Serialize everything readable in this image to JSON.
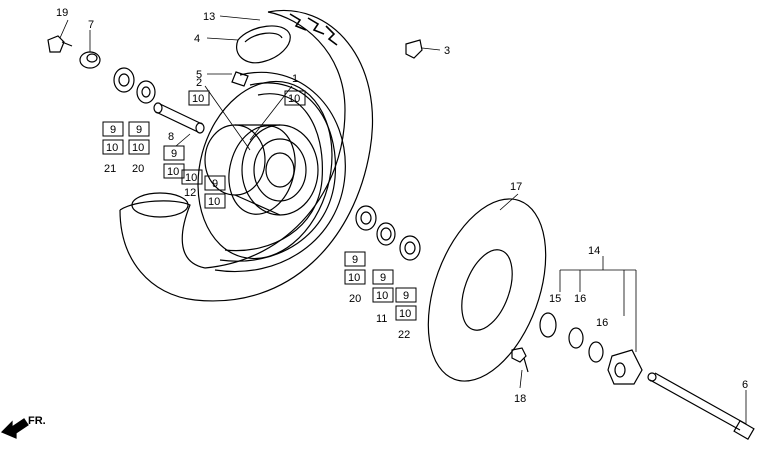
{
  "labels": {
    "n1": "1",
    "n2": "2",
    "n3": "3",
    "n4": "4",
    "n5": "5",
    "n6": "6",
    "n7": "7",
    "n8": "8",
    "n11": "11",
    "n12": "12",
    "n13": "13",
    "n14": "14",
    "n15": "15",
    "n16a": "16",
    "n16b": "16",
    "n17": "17",
    "n18": "18",
    "n19": "19",
    "n20a": "20",
    "n20b": "20",
    "n21": "21",
    "n22": "22"
  },
  "boxed": {
    "b2_10": "10",
    "b1_10": "10",
    "b21_9": "9",
    "b21_10": "10",
    "b20a_9": "9",
    "b20a_10": "10",
    "b8_9": "9",
    "b8_10": "10",
    "b12_10": "10",
    "b12_9": "9",
    "b12_10b": "10",
    "b20b_9": "9",
    "b20b_10": "10",
    "b11_9": "9",
    "b11_10": "10",
    "b22_9": "9",
    "b22_10": "10"
  },
  "direction": "FR."
}
